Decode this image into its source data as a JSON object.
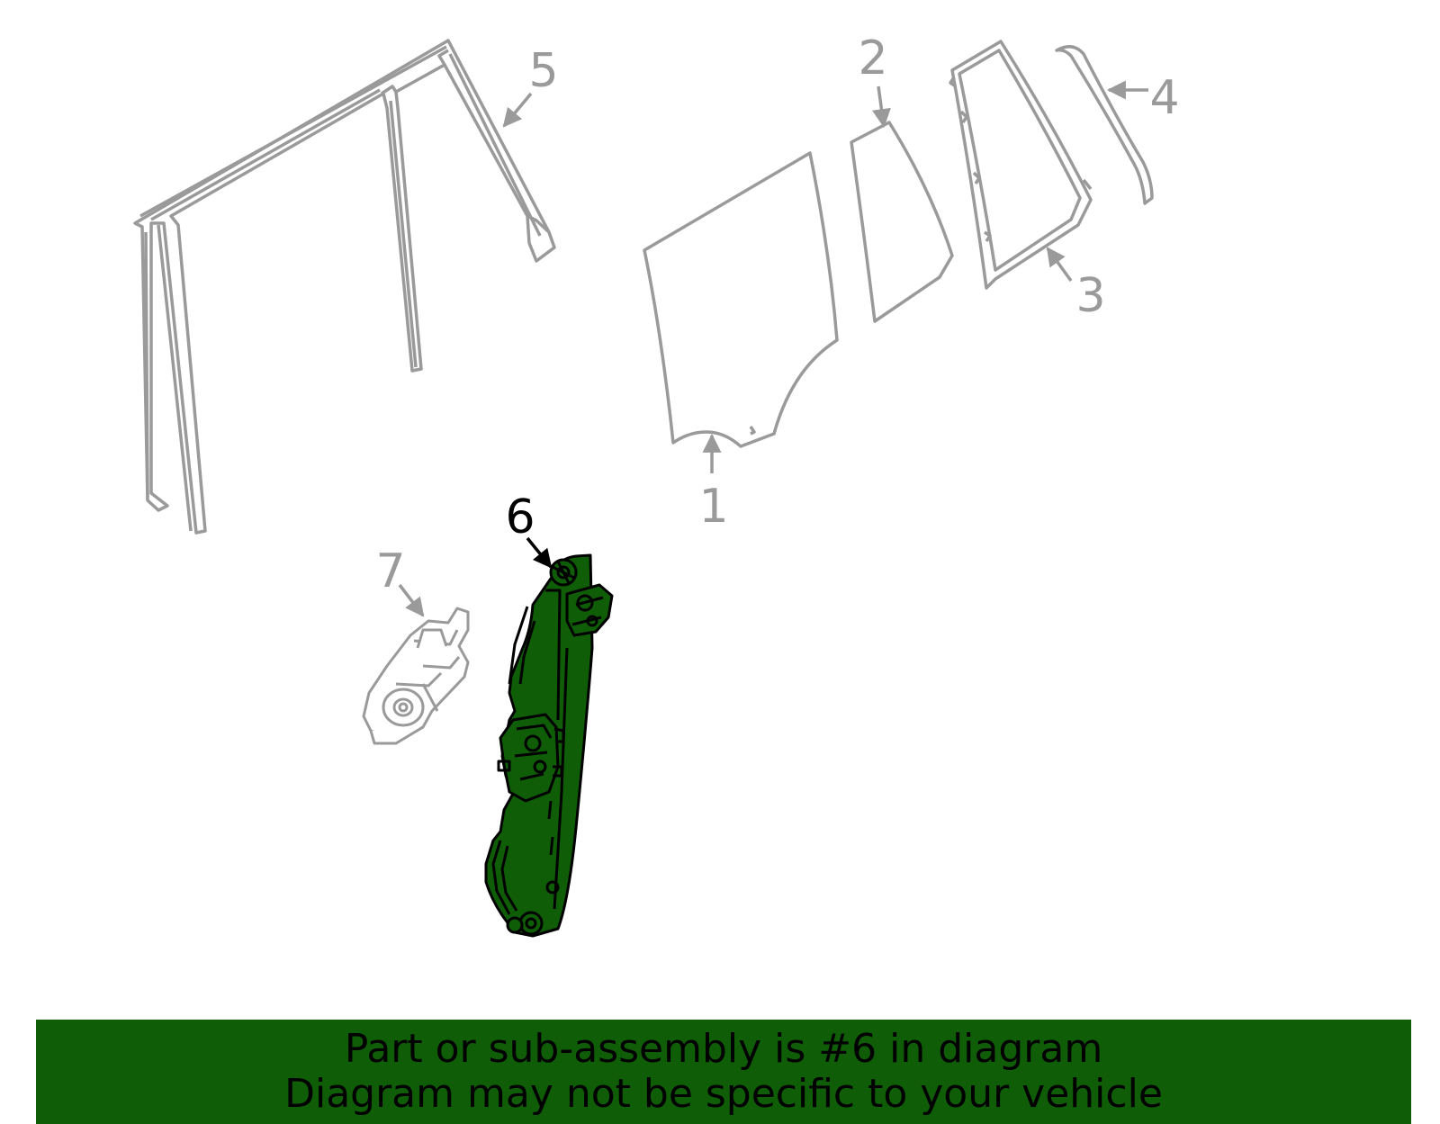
{
  "colors": {
    "faded_part": "#9a9a9a",
    "highlight_fill": "#0f5e07",
    "highlight_stroke": "#000000",
    "banner_bg": "#0f5e07",
    "banner_text": "#000000"
  },
  "callouts": [
    {
      "id": "1",
      "label": "1",
      "highlighted": false
    },
    {
      "id": "2",
      "label": "2",
      "highlighted": false
    },
    {
      "id": "3",
      "label": "3",
      "highlighted": false
    },
    {
      "id": "4",
      "label": "4",
      "highlighted": false
    },
    {
      "id": "5",
      "label": "5",
      "highlighted": false
    },
    {
      "id": "6",
      "label": "6",
      "highlighted": true
    },
    {
      "id": "7",
      "label": "7",
      "highlighted": false
    }
  ],
  "banner": {
    "line1": "Part or sub-assembly is #6 in diagram",
    "line2": "Diagram may not be specific to your vehicle"
  }
}
